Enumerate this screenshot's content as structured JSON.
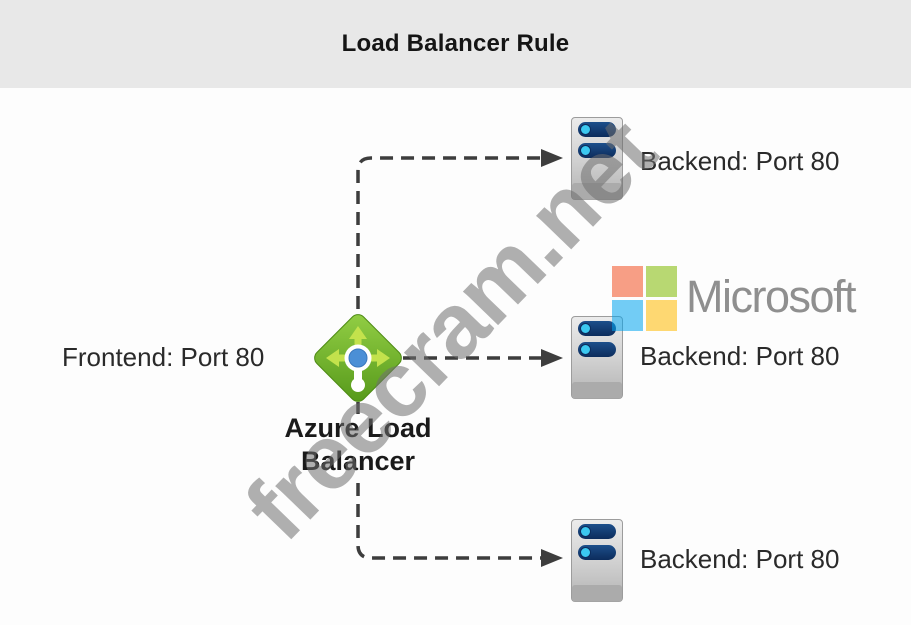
{
  "header": {
    "title": "Load Balancer Rule"
  },
  "frontend": {
    "label": "Frontend: Port 80"
  },
  "load_balancer": {
    "name": "Azure Load Balancer",
    "label_line1": "Azure Load",
    "label_line2": "Balancer"
  },
  "backends": [
    {
      "label": "Backend: Port 80"
    },
    {
      "label": "Backend: Port 80"
    },
    {
      "label": "Backend: Port 80"
    }
  ],
  "microsoft_logo": {
    "text": "Microsoft",
    "text_color": "#8f8f8f",
    "square_colors": {
      "top_left": "rgba(242,80,34,0.55)",
      "top_right": "rgba(127,186,0,0.55)",
      "bottom_left": "rgba(0,164,239,0.55)",
      "bottom_right": "rgba(255,185,0,0.55)"
    }
  },
  "watermark": {
    "text": "freecram.net",
    "color": "rgba(112,112,112,0.55)"
  },
  "colors": {
    "header_bg": "#e8e8e8",
    "canvas_bg": "#fdfdfd",
    "connector": "#3d3d3d",
    "lb_green_light": "#8ac63f",
    "lb_green_dark": "#5da01d",
    "lb_arrow_green": "#c3e24c",
    "lb_center_blue": "#4b8fd6",
    "server_body_light": "#e6e6e6",
    "server_body_dark": "#b5b5b5",
    "server_pill_navy": "#16396b",
    "server_dot_cyan": "#3bc8f0"
  }
}
